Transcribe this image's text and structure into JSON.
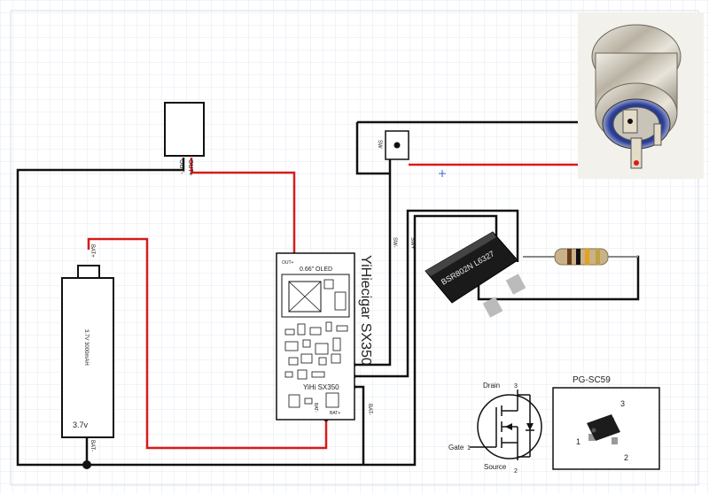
{
  "battery": {
    "voltage_label": "3.7v",
    "body_text": "3.7V 3000mAH",
    "pos_label": "BAT+",
    "neg_label": "BAT-"
  },
  "output_connector": {
    "neg_label": "OUT-",
    "pos_label": "OUT+"
  },
  "board": {
    "title": "YiHiecigar SX350",
    "silk_label": "YiHi SX350",
    "oled_label": "0.66\" OLED",
    "out_pos": "OUT+",
    "bat_pos": "BAT+",
    "bat_neg": "BAT-",
    "bat_pos_pad": "BAT+"
  },
  "switch": {
    "label": "SW",
    "pos": "SW+",
    "neg": "SW-"
  },
  "transistor": {
    "marking": "BSR802N L6327"
  },
  "symbol": {
    "drain": "Drain",
    "gate": "Gate",
    "source": "Source",
    "pin_drain": "3",
    "pin_gate": "1",
    "pin_source": "2"
  },
  "package": {
    "name": "PG-SC59",
    "pin1": "1",
    "pin2": "2",
    "pin3": "3"
  },
  "colors": {
    "wire_red": "#d81b1b",
    "wire_black": "#111111",
    "grid": "#e6ecf4"
  }
}
